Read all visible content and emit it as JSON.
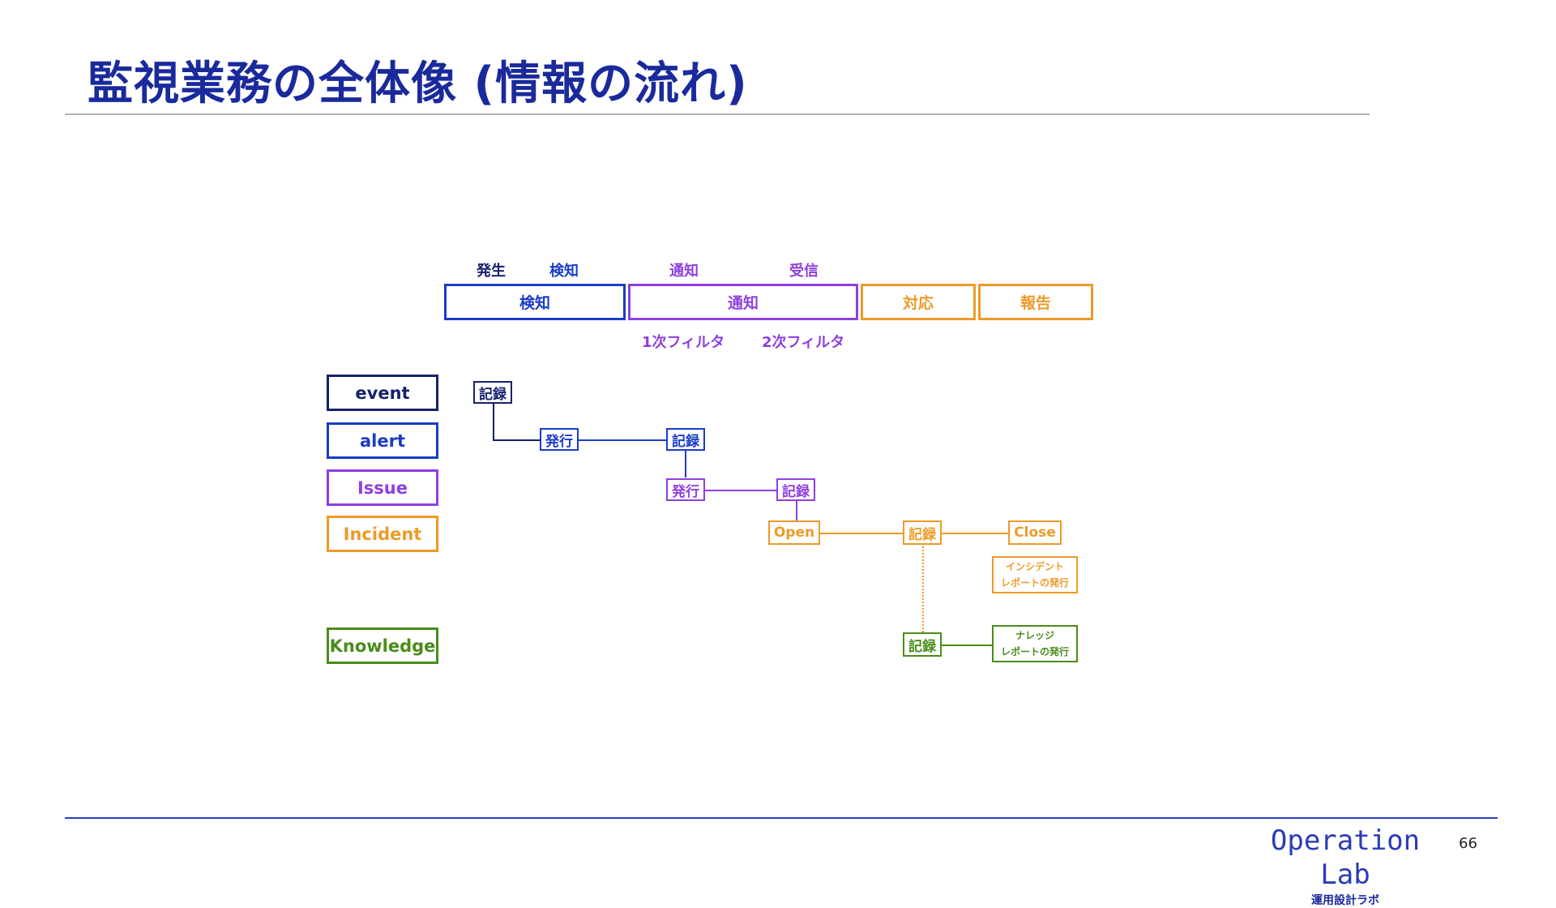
{
  "page": {
    "title": "監視業務の全体像 (情報の流れ)",
    "brand": "Operation Lab",
    "brand_sub": "運用設計ラボ",
    "page_number": "66"
  },
  "colors": {
    "event": "#17206e",
    "alert": "#1a3cc8",
    "issue": "#8f3fe0",
    "incident": "#ee9a28",
    "knowledge": "#4a8c1a",
    "title": "#1a2a9c"
  },
  "phases": {
    "top_labels": [
      "発生",
      "検知",
      "通知",
      "受信"
    ],
    "boxes": [
      "検知",
      "通知",
      "対応",
      "報告"
    ],
    "filters": [
      "1次フィルタ",
      "2次フィルタ"
    ]
  },
  "legend": [
    "event",
    "alert",
    "Issue",
    "Incident",
    "Knowledge"
  ],
  "flow": {
    "record": "記録",
    "issue_action": "発行",
    "open": "Open",
    "close": "Close",
    "incident_report": [
      "インシデント",
      "レポートの発行"
    ],
    "knowledge_report": [
      "ナレッジ",
      "レポートの発行"
    ]
  }
}
